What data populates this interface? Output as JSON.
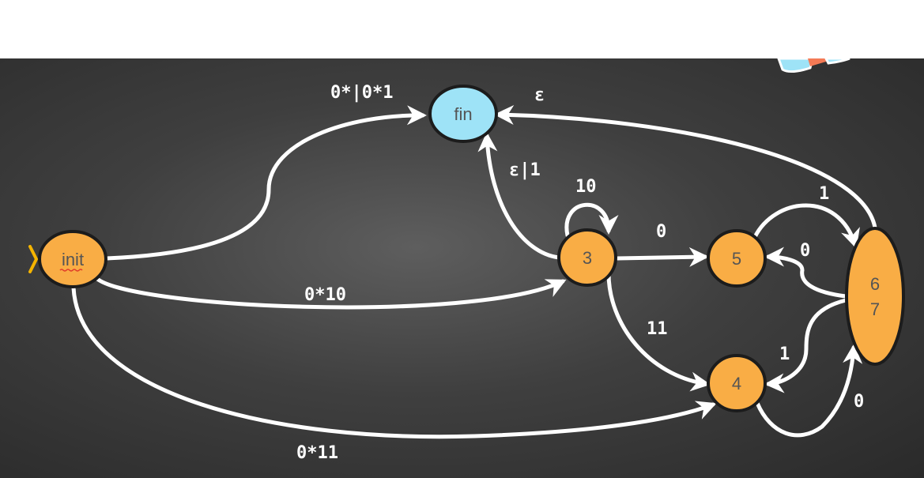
{
  "colors": {
    "state": "#f9ad45",
    "final": "#9ee3f7",
    "start_marker": "#f5b400"
  },
  "nodes": {
    "init": "init",
    "fin": "fin",
    "s3": "3",
    "s5": "5",
    "s4": "4",
    "s67a": "6",
    "s67b": "7"
  },
  "edges": {
    "init_fin": "0*|0*1",
    "s67_fin": "ε",
    "s3_fin": "ε|1",
    "s3_self": "10",
    "s3_s5": "0",
    "init_s3": "0*10",
    "s3_s4": "11",
    "s67_s5": "0",
    "s5_s67": "1",
    "s67_s4": "1",
    "s4_s67": "0",
    "init_s4": "0*11"
  }
}
